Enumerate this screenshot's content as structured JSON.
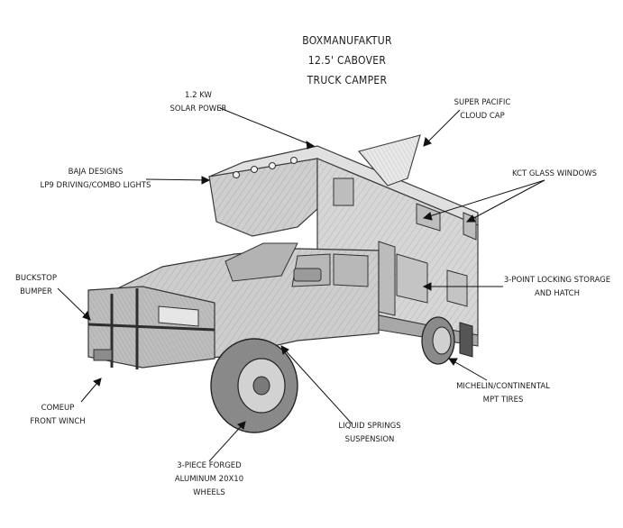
{
  "title": {
    "line1": "BOXMANUFAKTUR",
    "line2": "12.5' CABOVER",
    "line3": "TRUCK CAMPER"
  },
  "callouts": {
    "solar": {
      "line1": "1.2 KW",
      "line2": "SOLAR POWER"
    },
    "cloud_cap": {
      "line1": "SUPER PACIFIC",
      "line2": "CLOUD CAP"
    },
    "lights": {
      "line1": "BAJA DESIGNS",
      "line2": "LP9 DRIVING/COMBO LIGHTS"
    },
    "windows": {
      "line1": "KCT GLASS WINDOWS"
    },
    "bumper": {
      "line1": "BUCKSTOP",
      "line2": "BUMPER"
    },
    "storage": {
      "line1": "3-POINT LOCKING  STORAGE",
      "line2": "AND HATCH"
    },
    "winch": {
      "line1": "COMEUP",
      "line2": "FRONT WINCH"
    },
    "tires": {
      "line1": "MICHELIN/CONTINENTAL",
      "line2": "MPT TIRES"
    },
    "suspension": {
      "line1": "LIQUID SPRINGS",
      "line2": "SUSPENSION"
    },
    "wheels": {
      "line1": "3-PIECE FORGED",
      "line2": "ALUMINUM 20X10",
      "line3": "WHEELS"
    }
  },
  "colors": {
    "ink": "#1b1b1b",
    "sketch": "#6b6b6b",
    "sketch_dark": "#3a3a3a",
    "body_fill": "#cfcfcf",
    "body_light": "#e4e4e4",
    "tire_fill": "#8a8a8a"
  },
  "illustration": "sketch-style-truck-camper"
}
